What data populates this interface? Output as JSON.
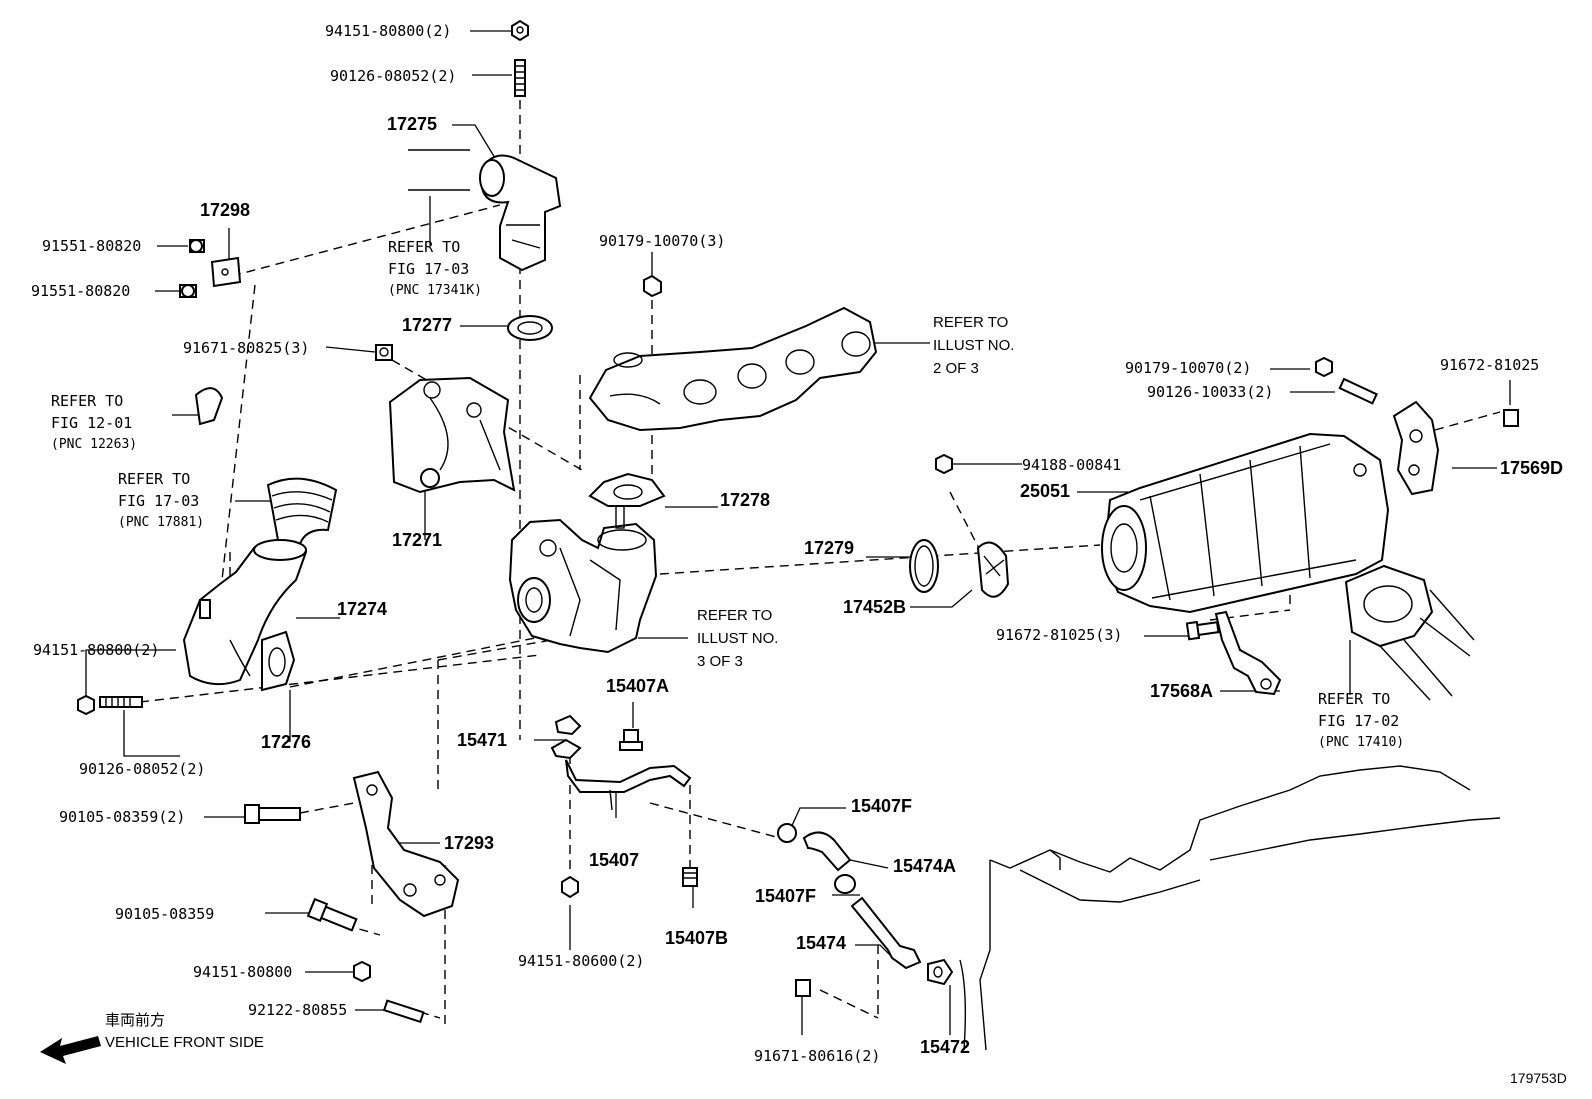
{
  "figure_id": "179753D",
  "front_side": {
    "jp": "車両前方",
    "en": "VEHICLE FRONT SIDE"
  },
  "parts": {
    "p17275": "17275",
    "p17298": "17298",
    "p17277": "17277",
    "p17271": "17271",
    "p17278": "17278",
    "p17274": "17274",
    "p17276": "17276",
    "p17279": "17279",
    "p17452B": "17452B",
    "p25051": "25051",
    "p17569D": "17569D",
    "p17568A": "17568A",
    "p15407A": "15407A",
    "p15471": "15471",
    "p15407": "15407",
    "p15407B": "15407B",
    "p15407F_1": "15407F",
    "p15474A": "15474A",
    "p15407F_2": "15407F",
    "p15474": "15474",
    "p15472": "15472",
    "p17293": "17293"
  },
  "part_numbers": {
    "n1": "94151-80800(2)",
    "n2": "90126-08052(2)",
    "n3": "91551-80820",
    "n4": "91551-80820",
    "n5": "90179-10070(3)",
    "n6": "91671-80825(3)",
    "n7": "90179-10070(2)",
    "n8": "91672-81025",
    "n9": "90126-10033(2)",
    "n10": "94188-00841",
    "n11": "91672-81025(3)",
    "n12": "94151-80800(2)",
    "n13": "90126-08052(2)",
    "n14": "90105-08359(2)",
    "n15": "90105-08359",
    "n16": "94151-80800",
    "n17": "92122-80855",
    "n18": "94151-80600(2)",
    "n19": "91671-80616(2)"
  },
  "refs": {
    "r1": {
      "l1": "REFER TO",
      "l2": "FIG 17-03",
      "l3": "(PNC 17341K)"
    },
    "r2": {
      "l1": "REFER TO",
      "l2": "FIG 12-01",
      "l3": "(PNC 12263)"
    },
    "r3": {
      "l1": "REFER TO",
      "l2": "FIG 17-03",
      "l3": "(PNC 17881)"
    },
    "r4": {
      "l1": "REFER TO",
      "l2": "FIG 17-02",
      "l3": "(PNC 17410)"
    }
  },
  "illust_refs": {
    "i1": {
      "l1": "REFER TO",
      "l2": "ILLUST NO.",
      "l3": "2 OF 3"
    },
    "i2": {
      "l1": "REFER TO",
      "l2": "ILLUST NO.",
      "l3": "3 OF 3"
    }
  }
}
